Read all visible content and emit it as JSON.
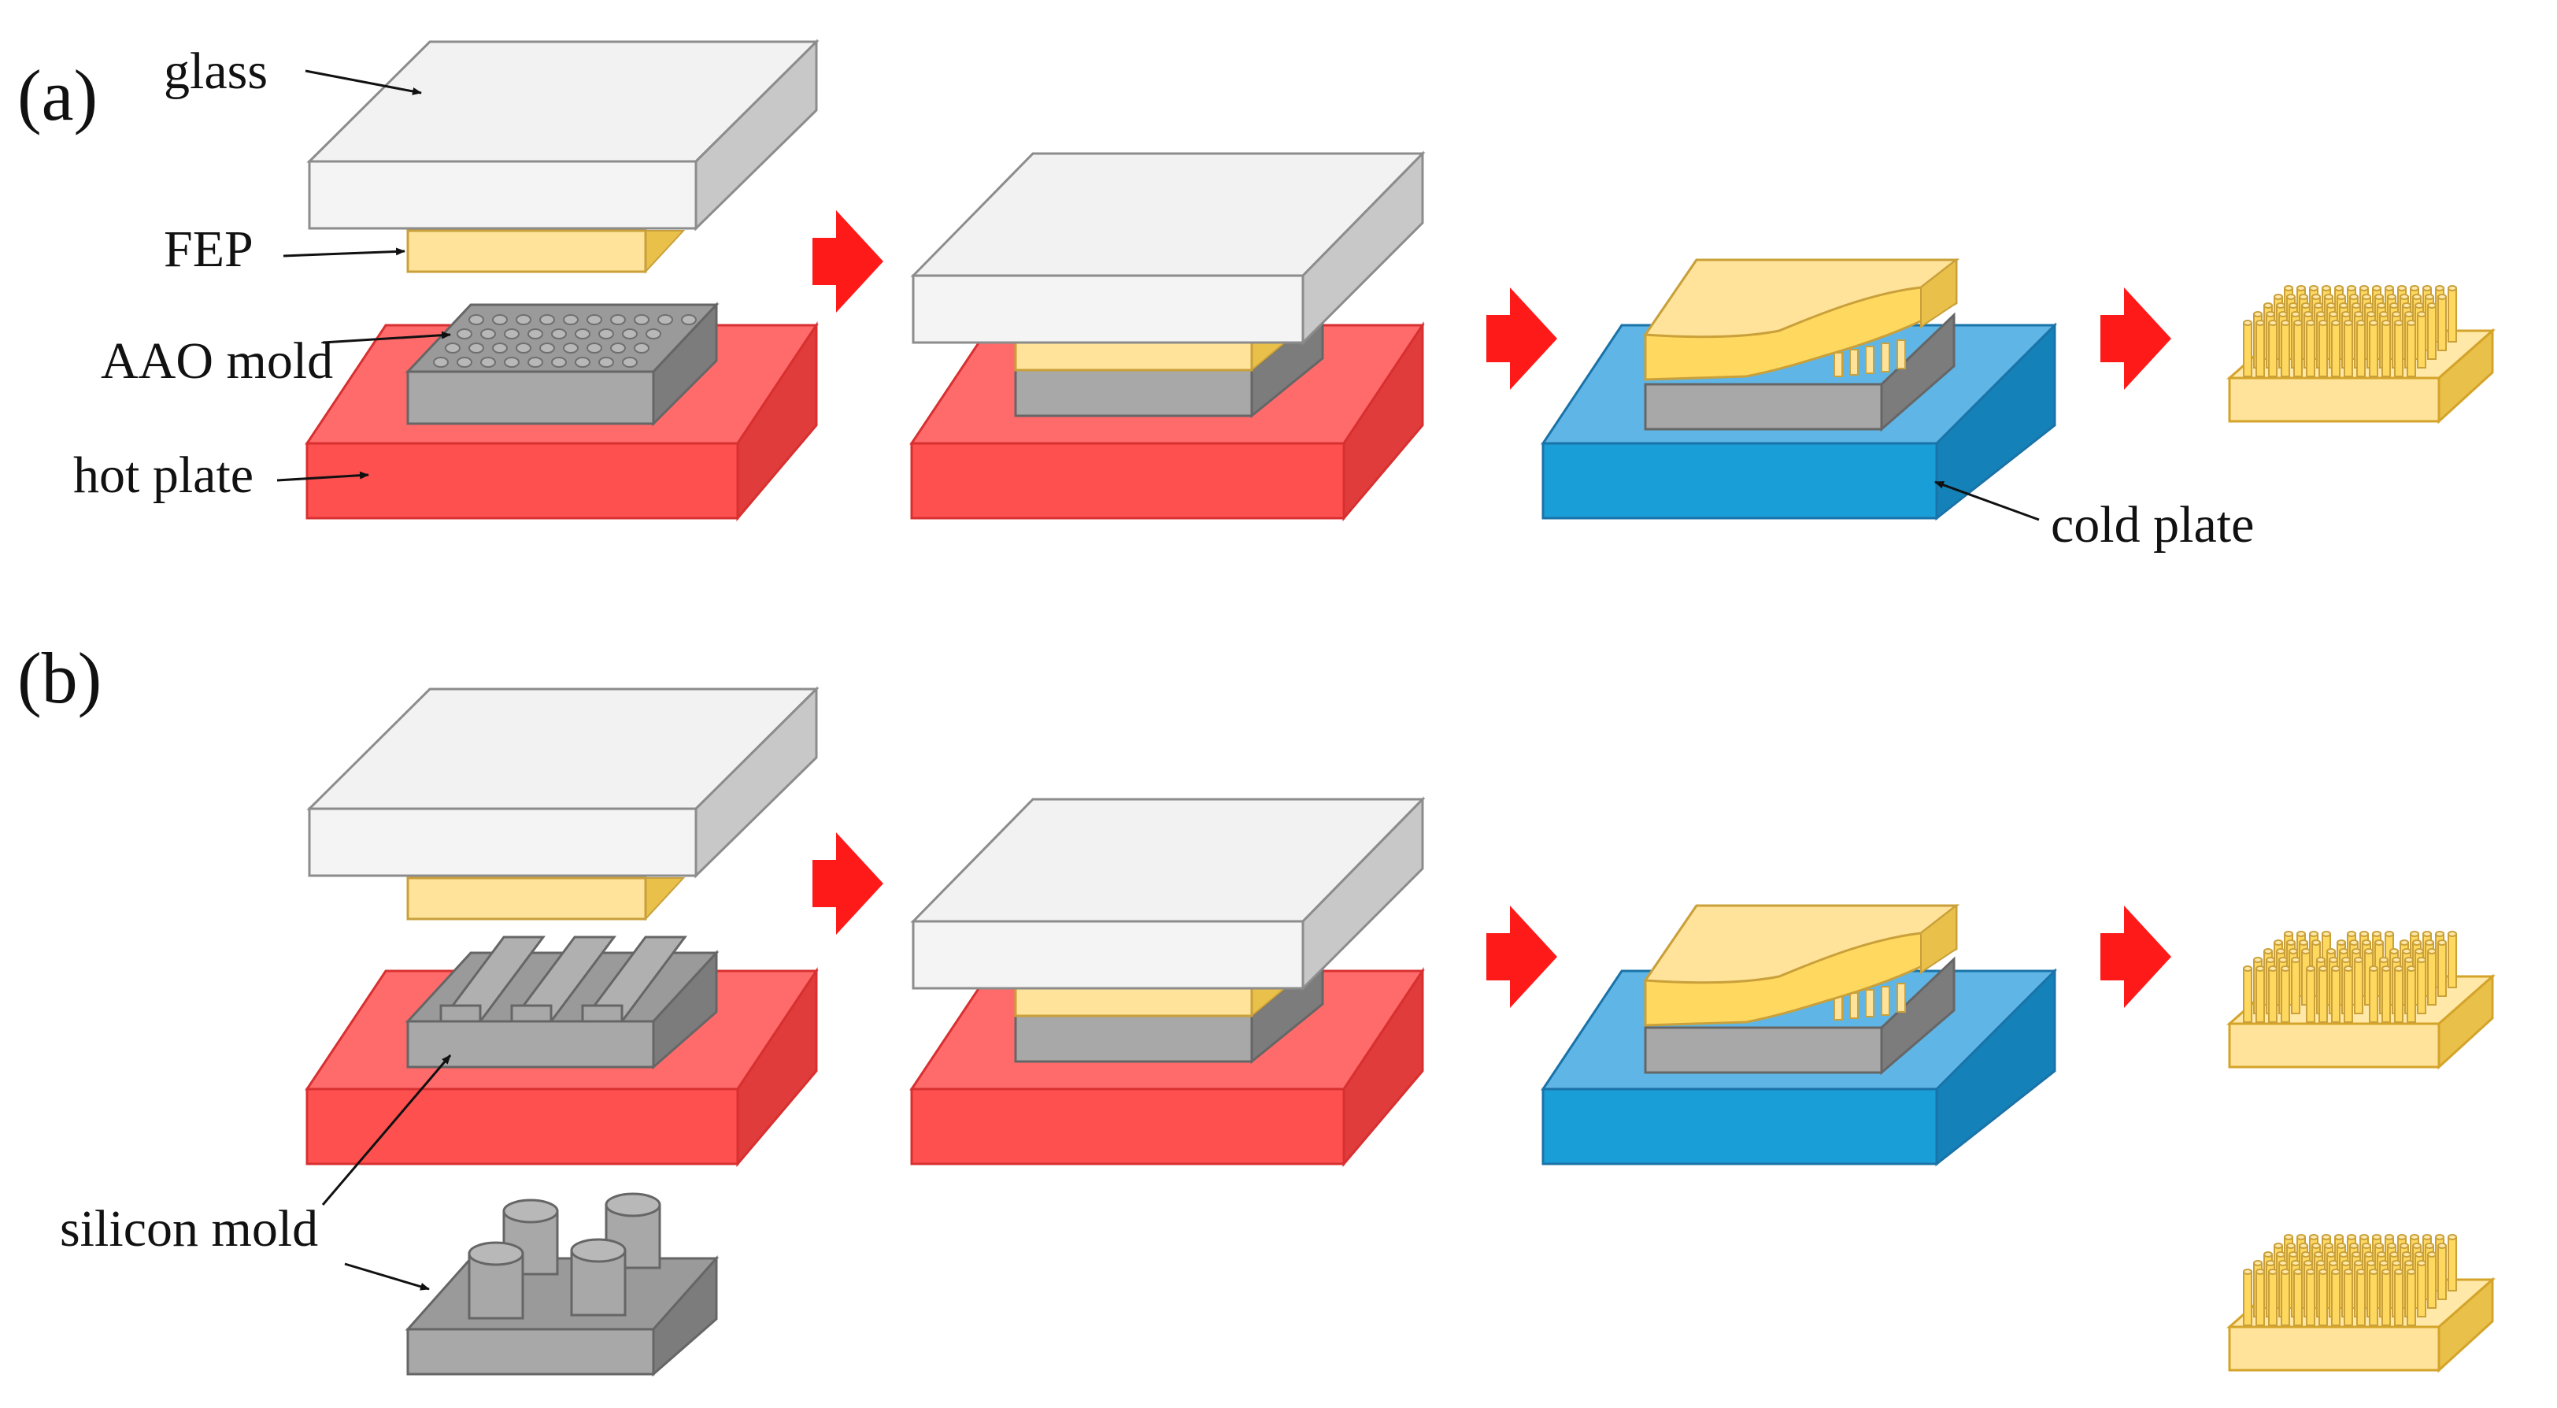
{
  "panels": {
    "a": {
      "label": "(a)"
    },
    "b": {
      "label": "(b)"
    }
  },
  "labels": {
    "glass": "glass",
    "fep": "FEP",
    "aao_mold": "AAO mold",
    "hot_plate": "hot plate",
    "cold_plate": "cold plate",
    "silicon_mold": "silicon mold"
  },
  "colors": {
    "glass_top": "#f2f2f2",
    "glass_front": "#f4f4f4",
    "glass_side": "#c8c8c8",
    "fep_front": "#ffe39a",
    "fep_top": "#ffe8a8",
    "fep_side": "#e9c04a",
    "mold_front": "#a8a8a8",
    "mold_top": "#9a9a9a",
    "mold_side": "#7c7c7c",
    "hot_front": "#ff5050",
    "hot_top": "#ff6b6b",
    "hot_side": "#e03c3c",
    "cold_front": "#1a9ed8",
    "cold_top": "#5fb6e6",
    "cold_side": "#1482b8",
    "arrow": "#ff1a1a",
    "product_stroke": "#d4a42a"
  }
}
